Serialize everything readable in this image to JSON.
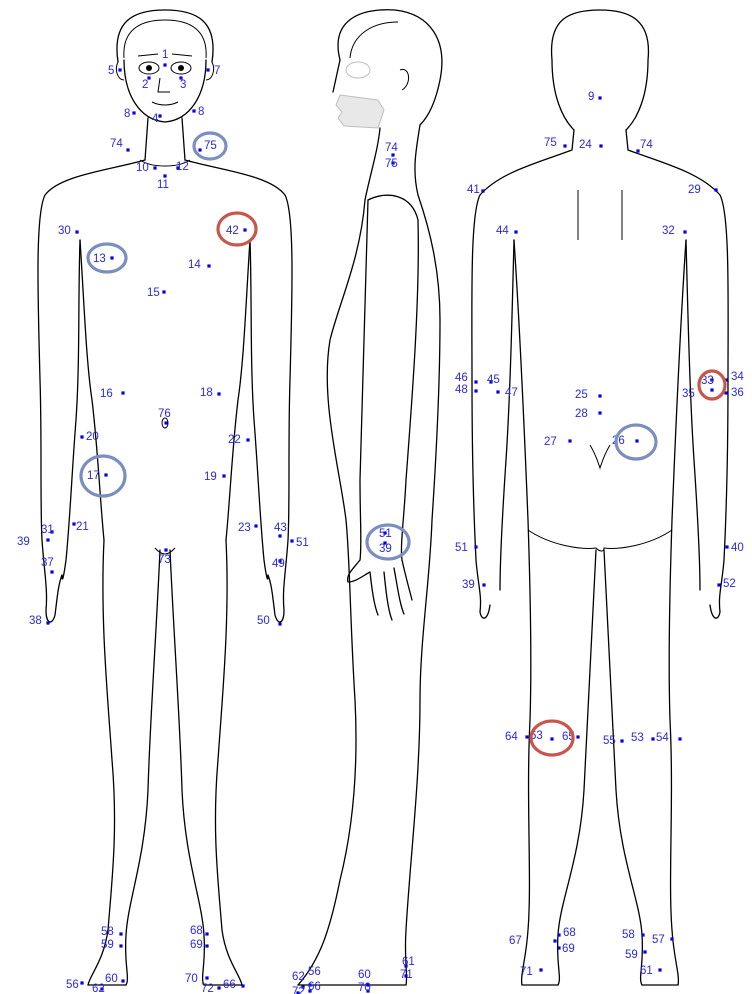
{
  "colors": {
    "point": "#0000ee",
    "label": "#2a2ad8",
    "outline": "#000000",
    "highlight_red": "#c8574a",
    "highlight_blue": "#7a8fc0",
    "face_gray": "#bdbdbd"
  },
  "icons": {
    "body_front": "front-body-outline",
    "body_side": "side-body-outline",
    "body_back": "back-body-outline"
  },
  "points": [
    {
      "label": "1"
    },
    {
      "label": "2"
    },
    {
      "label": "3"
    },
    {
      "label": "4"
    },
    {
      "label": "5"
    },
    {
      "label": "7"
    },
    {
      "label": "8"
    },
    {
      "label": "8"
    },
    {
      "label": "74"
    },
    {
      "label": "75"
    },
    {
      "label": "10"
    },
    {
      "label": "11"
    },
    {
      "label": "12"
    },
    {
      "label": "30"
    },
    {
      "label": "42"
    },
    {
      "label": "13"
    },
    {
      "label": "14"
    },
    {
      "label": "15"
    },
    {
      "label": "16"
    },
    {
      "label": "18"
    },
    {
      "label": "76"
    },
    {
      "label": "20"
    },
    {
      "label": "22"
    },
    {
      "label": "17"
    },
    {
      "label": "19"
    },
    {
      "label": "39"
    },
    {
      "label": "31"
    },
    {
      "label": "21"
    },
    {
      "label": "23"
    },
    {
      "label": "43"
    },
    {
      "label": "51"
    },
    {
      "label": "37"
    },
    {
      "label": "49"
    },
    {
      "label": "73"
    },
    {
      "label": "38"
    },
    {
      "label": "50"
    },
    {
      "label": "58"
    },
    {
      "label": "59"
    },
    {
      "label": "68"
    },
    {
      "label": "69"
    },
    {
      "label": "60"
    },
    {
      "label": "70"
    },
    {
      "label": "56"
    },
    {
      "label": "62"
    },
    {
      "label": "72"
    },
    {
      "label": "66"
    },
    {
      "label": "74"
    },
    {
      "label": "75"
    },
    {
      "label": "51"
    },
    {
      "label": "39"
    },
    {
      "label": "62"
    },
    {
      "label": "56"
    },
    {
      "label": "72"
    },
    {
      "label": "66"
    },
    {
      "label": "60"
    },
    {
      "label": "70"
    },
    {
      "label": "61"
    },
    {
      "label": "71"
    },
    {
      "label": "9"
    },
    {
      "label": "75"
    },
    {
      "label": "24"
    },
    {
      "label": "74"
    },
    {
      "label": "41"
    },
    {
      "label": "29"
    },
    {
      "label": "44"
    },
    {
      "label": "32"
    },
    {
      "label": "46"
    },
    {
      "label": "45"
    },
    {
      "label": "48"
    },
    {
      "label": "47"
    },
    {
      "label": "25"
    },
    {
      "label": "28"
    },
    {
      "label": "27"
    },
    {
      "label": "26"
    },
    {
      "label": "33"
    },
    {
      "label": "34"
    },
    {
      "label": "35"
    },
    {
      "label": "36"
    },
    {
      "label": "51"
    },
    {
      "label": "39"
    },
    {
      "label": "52"
    },
    {
      "label": "40"
    },
    {
      "label": "64"
    },
    {
      "label": "63"
    },
    {
      "label": "65"
    },
    {
      "label": "55"
    },
    {
      "label": "53"
    },
    {
      "label": "54"
    },
    {
      "label": "67"
    },
    {
      "label": "68"
    },
    {
      "label": "69"
    },
    {
      "label": "58"
    },
    {
      "label": "57"
    },
    {
      "label": "59"
    },
    {
      "label": "71"
    },
    {
      "label": "61"
    }
  ],
  "highlights": [
    {
      "color": "red",
      "marks": "42"
    },
    {
      "color": "red",
      "marks": "33"
    },
    {
      "color": "red",
      "marks": "63"
    },
    {
      "color": "blue",
      "marks": "75"
    },
    {
      "color": "blue",
      "marks": "13"
    },
    {
      "color": "blue",
      "marks": "17"
    },
    {
      "color": "blue",
      "marks": "51/39"
    },
    {
      "color": "blue",
      "marks": "26"
    }
  ]
}
